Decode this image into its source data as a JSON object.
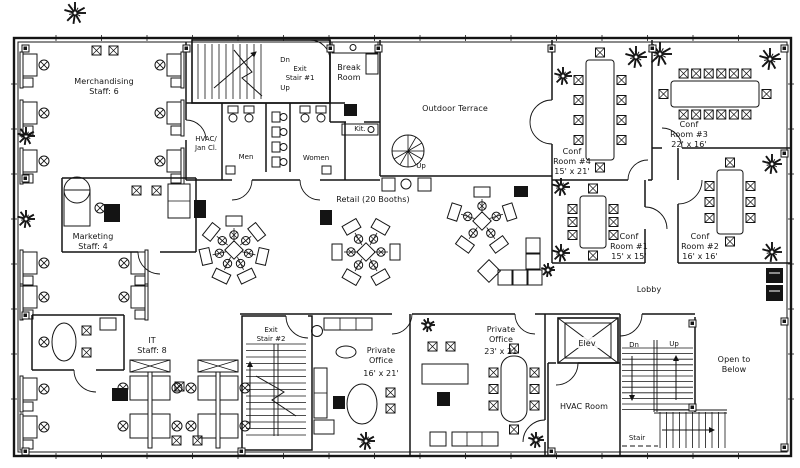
{
  "colors": {
    "ink": "#141414",
    "paper": "#ffffff"
  },
  "plan": {
    "areas": {
      "merchandising": {
        "line1": "Merchandising",
        "line2": "Staff: 6"
      },
      "marketing": {
        "line1": "Marketing",
        "line2": "Staff: 4"
      },
      "it": {
        "line1": "IT",
        "line2": "Staff: 8"
      },
      "exit_stair_1": {
        "dn": "Dn",
        "line1": "Exit",
        "line2": "Stair #1",
        "up": "Up"
      },
      "break_room": {
        "line1": "Break",
        "line2": "Room"
      },
      "hvac_jan": {
        "line1": "HVAC/",
        "line2": "Jan Cl."
      },
      "men": {
        "label": "Men"
      },
      "women": {
        "label": "Women"
      },
      "kitchen": {
        "label": "Kit."
      },
      "outdoor_terrace": {
        "label": "Outdoor Terrace",
        "up": "Up"
      },
      "retail": {
        "label": "Retail (20 Booths)"
      },
      "conf_room_4": {
        "line1": "Conf",
        "line2": "Room #4",
        "line3": "15' x 21'"
      },
      "conf_room_3": {
        "line1": "Conf",
        "line2": "Room #3",
        "line3": "22' x 16'"
      },
      "conf_room_1": {
        "line1": "Conf",
        "line2": "Room #1",
        "line3": "15' x 15'"
      },
      "conf_room_2": {
        "line1": "Conf",
        "line2": "Room #2",
        "line3": "16' x 16'"
      },
      "lobby": {
        "label": "Lobby"
      },
      "exit_stair_2": {
        "line1": "Exit",
        "line2": "Stair #2"
      },
      "private_office_1": {
        "line1": "Private",
        "line2": "Office",
        "line3": "16' x 21'"
      },
      "private_office_2": {
        "line1": "Private",
        "line2": "Office",
        "line3": "23' x 21'"
      },
      "elevator": {
        "label": "Elev"
      },
      "hvac_room": {
        "label": "HVAC Room"
      },
      "rear_stair": {
        "dn": "Dn",
        "up": "Up",
        "label": "Stair"
      },
      "open_to_below": {
        "line1": "Open to",
        "line2": "Below"
      }
    }
  }
}
